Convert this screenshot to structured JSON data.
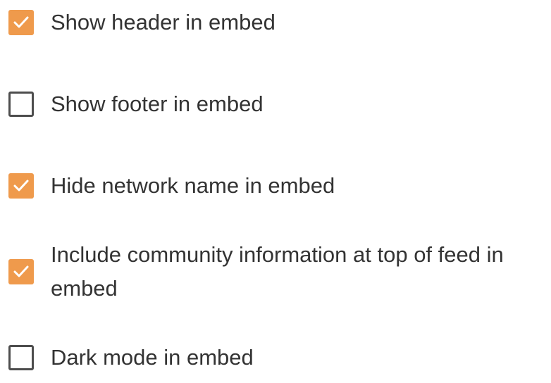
{
  "colors": {
    "checked_fill": "#ef9a4c",
    "unchecked_border": "#4d4d4d",
    "text": "#333333"
  },
  "options": [
    {
      "label": "Show header in embed",
      "checked": true
    },
    {
      "label": "Show footer in embed",
      "checked": false
    },
    {
      "label": "Hide network name in embed",
      "checked": true
    },
    {
      "label": "Include community information at top of feed in embed",
      "checked": true
    },
    {
      "label": "Dark mode in embed",
      "checked": false
    }
  ]
}
